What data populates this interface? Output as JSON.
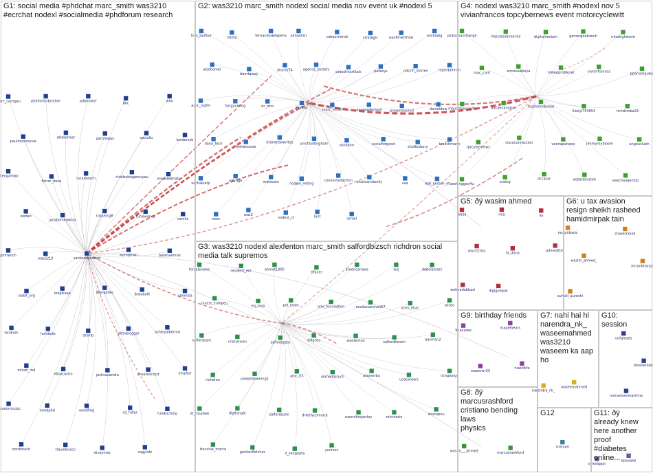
{
  "groups": [
    {
      "id": "g1",
      "title": "G1: social media #phdchat marc_smith was3210\n#ecrchat nodexl #socialmedia #phdforum research"
    },
    {
      "id": "g2",
      "title": "G2: was3210 marc_smith nodexl social media nov event uk #nodexl 5"
    },
    {
      "id": "g3",
      "title": "G3: was3210 nodexl alexfenton marc_smith salfordbizsch richdron social\nmedia talk supremos"
    },
    {
      "id": "g4",
      "title": "G4: nodexl was3210 marc_smith #nodexl nov 5\nvivianfrancos topcybernews event motorcyclewitt"
    },
    {
      "id": "g5",
      "title": "G5: ðÿ wasim ahmed"
    },
    {
      "id": "g6",
      "title": "G6: u tax avasion\nresign sheikh rasheed\nhamidmirpak tain"
    },
    {
      "id": "g7",
      "title": "G7: nahi hai hi\nnarendra_nk_\nwaseemahmed\nwas3210\nwaseem ka aap\nho"
    },
    {
      "id": "g8",
      "title": "G8: ðÿ\nmarcusrashford\ncristiano bending laws\nphysics"
    },
    {
      "id": "g9",
      "title": "G9: birthday friends"
    },
    {
      "id": "g10",
      "title": "G10:\nsession"
    },
    {
      "id": "g11",
      "title": "G11: ðÿ\nalready knew\nhere another\nproof\n#diabetes\nonline..."
    },
    {
      "id": "g12",
      "title": "G12"
    }
  ],
  "colors": {
    "g1": "#1f3f8f",
    "g2": "#2f6fbf",
    "g3": "#2f8f4f",
    "g4": "#3f9f2f",
    "g5": "#b03040",
    "g6": "#d08020",
    "g7": "#d8b020",
    "g8": "#3f8f3f",
    "g9": "#9040a0",
    "g10": "#304080",
    "g11": "#5f5f9f",
    "g12": "#3f7f9f",
    "edge": "#c43a3a",
    "edgeGrey": "#9a9aa8"
  },
  "nodes": {
    "g1": [
      "marc_carrigan",
      "phdforfairbrother",
      "pdbrooker",
      "bbc",
      "who",
      "paulmsonnevie",
      "ditekonkar",
      "gartzlegay",
      "uscialiu",
      "benbendz",
      "drengamba",
      "fisher_dave",
      "lucasbosch",
      "chatbotsagenciyau",
      "meladelkhatr",
      "icezari",
      "jacobomendoza",
      "rosamcg8",
      "ruralwonca",
      "camilo",
      "jonfrench",
      "was3210",
      "vanessahaddad",
      "aysngman",
      "berkhaermai",
      "sadat_org",
      "lougikaija",
      "jhengetler",
      "jkalaballl",
      "umonisa",
      "landium",
      "hofstede",
      "drsmb",
      "aktivbloggar",
      "ashleyalbermd",
      "minoll_md",
      "elisacastro",
      "jackvasandra",
      "ansaziolcocd",
      "empliur",
      "subatomicdoc",
      "mmdphd",
      "wordfrog",
      "cd_fuller",
      "funikoching",
      "dordonech",
      "travelbosco",
      "drcaymez",
      "cagyiale"
    ],
    "g2": [
      "tom_balfour",
      "robhp",
      "fernandodelapena",
      "akhanfari",
      "cabourneriat",
      "strategic",
      "paulbradshaw",
      "anshiabg",
      "alsohomer",
      "barntaway",
      "kharty74",
      "agence_society",
      "peteshhartlock",
      "patkeys",
      "odsclh_stories",
      "mjoelbehrich",
      "asoc_siglm",
      "fangyuming",
      "dr_who",
      "nodexl",
      "marc_smith",
      "vongradschool",
      "projectcouncil",
      "danieldew",
      "dana_tech",
      "fmfrancoise",
      "drandrewwrites",
      "unicfnottingham",
      "sonalpro",
      "socialforgood",
      "shaftesbury",
      "kraschmann",
      "sachaklatp",
      "mbruge",
      "metacam",
      "nodexl_mktng",
      "connectedaction",
      "vicalvarsfamily",
      "vaa",
      "real_person_ot",
      "marc",
      "was3",
      "nodexl_ct",
      "lunt",
      "ismail"
    ],
    "g3": [
      "forsalenews",
      "resilient_ent",
      "ahmet1000",
      "tffacer",
      "americanews",
      "wsj",
      "debolamarc",
      "invest_europeu",
      "eq_corp",
      "pel_news",
      "amr_foundation",
      "mudassarshah67",
      "ocen_ehac",
      "wiseo",
      "salfordcare",
      "cristiansen",
      "salfordgate",
      "dillgriss",
      "alexfenton",
      "salfordbizsch",
      "eacman2",
      "richdron",
      "josephdowning1",
      "amc_63",
      "ukmedrpsych",
      "alsoverbu",
      "uoacareers",
      "richgeorge",
      "dr_rosybee",
      "digitangle",
      "salfordsumi",
      "drkellyconnock",
      "naomitimperley",
      "mfcmarie",
      "shusupnu",
      "francine_morris",
      "gordonfletcher",
      "d_sengupta",
      "yunieoc"
    ],
    "g4": [
      "jacksonaschange",
      "impulsesaveance",
      "digitalnexium",
      "gamergeekitech",
      "misatighwave",
      "mac_conf",
      "xmvisualkoya",
      "mikeqpriddezel",
      "vivianfrancos",
      "ppamarigubal",
      "mauanbassauth",
      "aacdecanarias",
      "itsjohnnylkvolal",
      "likelyi754654",
      "richdsmba29",
      "tptcybernews",
      "ciscoconnection",
      "veerlapanecp",
      "jimmyroybloom",
      "angeaclubh",
      "seekinggeo4u",
      "scelog",
      "dccasar",
      "adsardsvaleh",
      "eaxchangeclub"
    ],
    "g5": [
      "wasa",
      "noa",
      "lia",
      "was3210a",
      "fa_dima",
      "a3med014",
      "waheedabbasi",
      "digiguepak"
    ],
    "g6": [
      "radipirbado",
      "shakerrzaidi",
      "wasim_ahmed_",
      "imrankhanpti",
      "suhaili_qureshi"
    ],
    "g7": [
      "narendra_nk_",
      "waseemahmed"
    ],
    "g8": [
      "wasim___ahmed",
      "marcusrashford"
    ],
    "g9": [
      "91avaree",
      "maplebears",
      "maamwr33",
      "niwildlife"
    ],
    "g10": [
      "uofgleads",
      "dmsheridan",
      "nomadvanmachine"
    ],
    "g11": [
      "salesiggal",
      "ejsusalei"
    ],
    "g12": [
      "manuld"
    ]
  }
}
